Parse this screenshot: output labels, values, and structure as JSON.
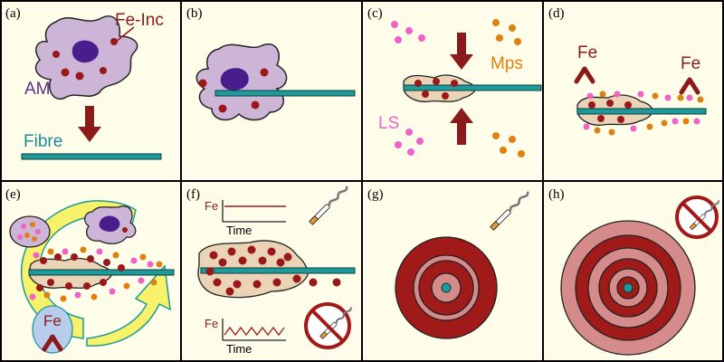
{
  "panels": [
    "(a)",
    "(b)",
    "(c)",
    "(d)",
    "(e)",
    "(f)",
    "(g)",
    "(h)"
  ],
  "labels": {
    "fe_inc": "Fe-Inc",
    "am": "AM",
    "fibre": "Fibre",
    "mps": "Mps",
    "ls": "LS",
    "fe": "Fe",
    "time": "Time"
  },
  "colors": {
    "panel_bg": "#fefde9",
    "border": "#000000",
    "macrophage_fill": "#cdb5d8",
    "nucleus": "#4a1d8c",
    "inclusion": "#9b1818",
    "fibre": "#1e9a9a",
    "fe_label": "#8b1a1a",
    "am_label": "#5b2d91",
    "fibre_label": "#1e8a96",
    "mps": "#e0800e",
    "ls": "#ef62c8",
    "coat": "#ead3b6",
    "arrow_ring": "#f7f26a",
    "ring_dark": "#a11a1a",
    "ring_light": "#d68b8b",
    "fe_bubble": "#b8cdec"
  },
  "icons": [
    "cigarette-icon",
    "no-smoking-icon",
    "arrow-down-icon",
    "arrow-up-icon",
    "iron-arrow-icon"
  ]
}
